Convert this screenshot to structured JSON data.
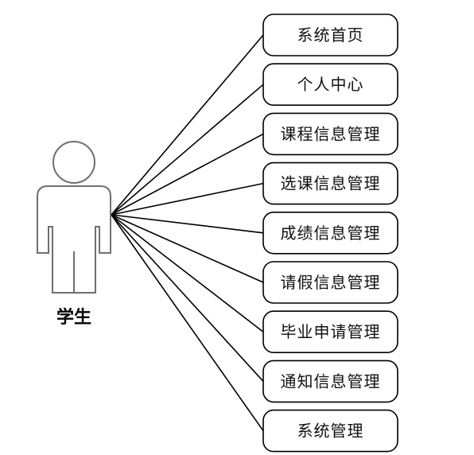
{
  "actor": {
    "label": "学生",
    "icon": "user-icon"
  },
  "use_cases": [
    {
      "id": "system-home",
      "label": "系统首页"
    },
    {
      "id": "personal-center",
      "label": "个人中心"
    },
    {
      "id": "course-info-management",
      "label": "课程信息管理"
    },
    {
      "id": "course-selection-management",
      "label": "选课信息管理"
    },
    {
      "id": "grade-info-management",
      "label": "成绩信息管理"
    },
    {
      "id": "leave-info-management",
      "label": "请假信息管理"
    },
    {
      "id": "graduation-application-management",
      "label": "毕业申请管理"
    },
    {
      "id": "notice-info-management",
      "label": "通知信息管理"
    },
    {
      "id": "system-management",
      "label": "系统管理"
    }
  ]
}
